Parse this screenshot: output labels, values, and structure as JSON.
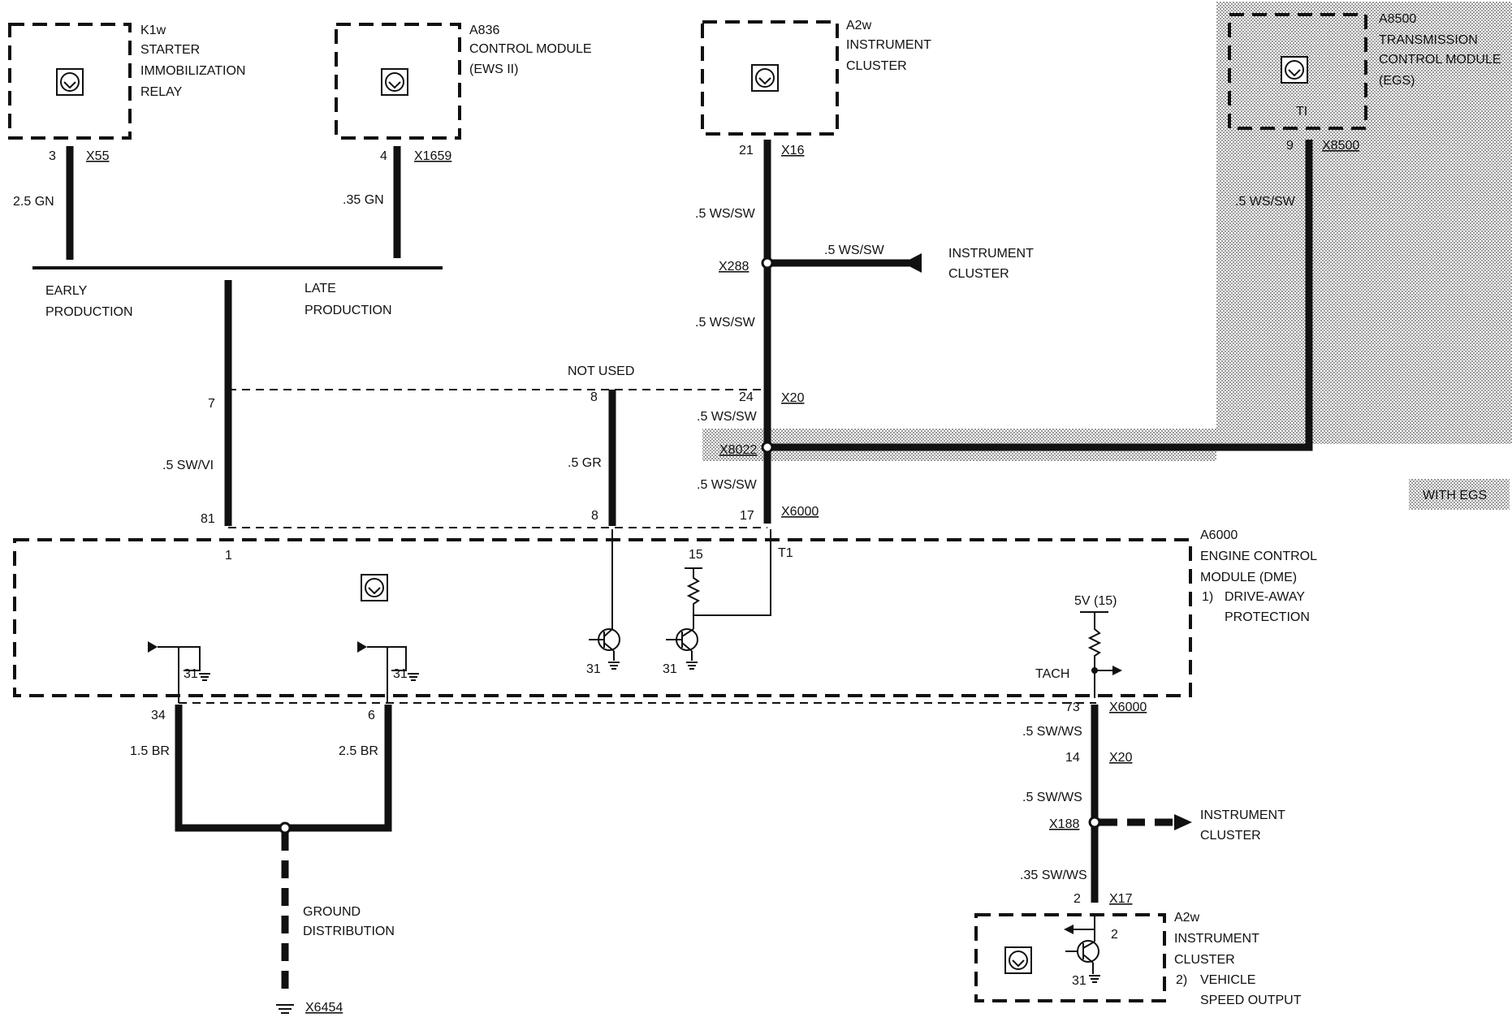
{
  "components": {
    "k1w": {
      "id": "K1w",
      "l1": "STARTER",
      "l2": "IMMOBILIZATION",
      "l3": "RELAY",
      "pin": "3",
      "conn": "X55",
      "wire": "2.5 GN"
    },
    "a836": {
      "id": "A836",
      "l1": "CONTROL MODULE",
      "l2": "(EWS II)",
      "pin": "4",
      "conn": "X1659",
      "wire": ".35 GN"
    },
    "a2w_top": {
      "id": "A2w",
      "l1": "INSTRUMENT",
      "l2": "CLUSTER",
      "pin": "21",
      "conn": "X16"
    },
    "a8500": {
      "id": "A8500",
      "l1": "TRANSMISSION",
      "l2": "CONTROL MODULE",
      "l3": "(EGS)",
      "ti": "TI",
      "pin": "9",
      "conn": "X8500",
      "wire": ".5 WS/SW"
    },
    "a6000": {
      "id": "A6000",
      "l1": "ENGINE CONTROL",
      "l2": "MODULE (DME)",
      "n1": "1)",
      "n1a": "DRIVE-AWAY",
      "n1b": "PROTECTION"
    },
    "a2w_bot": {
      "id": "A2w",
      "l1": "INSTRUMENT",
      "l2": "CLUSTER",
      "n2": "2)",
      "n2a": "VEHICLE",
      "n2b": "SPEED OUTPUT",
      "pin": "2",
      "conn": "X17",
      "wire": ".35 SW/WS",
      "tpin": "2",
      "gnd": "31"
    }
  },
  "labels": {
    "early1": "EARLY",
    "early2": "PRODUCTION",
    "late1": "LATE",
    "late2": "PRODUCTION",
    "not_used": "NOT USED",
    "with_egs": "WITH EGS",
    "ground1": "GROUND",
    "ground2": "DISTRIBUTION",
    "ic_right1": "INSTRUMENT",
    "ic_right2": "CLUSTER",
    "ic_low1": "INSTRUMENT",
    "ic_low2": "CLUSTER",
    "tach": "TACH",
    "v5": "5V (15)",
    "p15": "15",
    "t1": "T1"
  },
  "wires": {
    "ws_sw_a": ".5 WS/SW",
    "ws_sw_b": ".5 WS/SW",
    "ws_sw_c": ".5 WS/SW",
    "ws_sw_d": ".5 WS/SW",
    "ws_sw_e": ".5 WS/SW",
    "sw_vi": ".5 SW/VI",
    "gr": ".5 GR",
    "sw_ws_a": ".5 SW/WS",
    "sw_ws_b": ".5 SW/WS",
    "br1": "1.5 BR",
    "br2": "2.5 BR"
  },
  "connectors": {
    "x288": "X288",
    "x20a": "X20",
    "x8022": "X8022",
    "x6000a": "X6000",
    "x6000b": "X6000",
    "x20b": "X20",
    "x188": "X188",
    "x6454": "X6454"
  },
  "pins": {
    "p7": "7",
    "p81": "81",
    "p8a": "8",
    "p8b": "8",
    "p24": "24",
    "p17": "17",
    "p1": "1",
    "p73": "73",
    "p14": "14",
    "p34": "34",
    "p6": "6",
    "g31a": "31",
    "g31b": "31",
    "g31c": "31",
    "g31d": "31"
  }
}
